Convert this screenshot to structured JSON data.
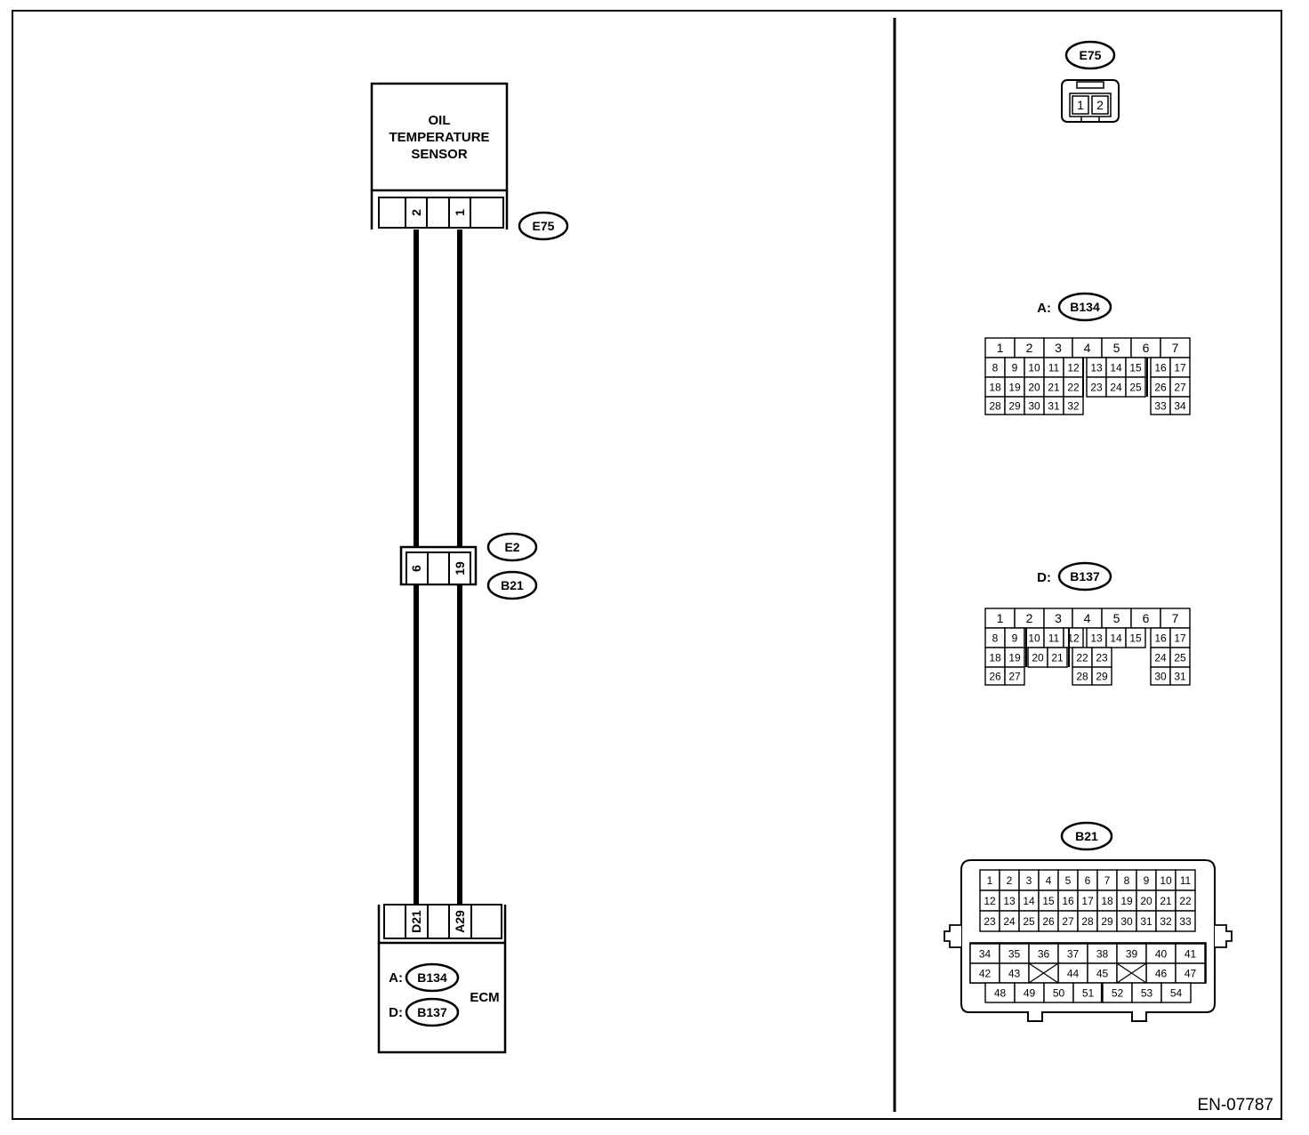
{
  "doc_id": "EN-07787",
  "sensor": {
    "lines": [
      "OIL",
      "TEMPERATURE",
      "SENSOR"
    ],
    "connector": "E75",
    "pins": [
      "2",
      "1"
    ]
  },
  "intermediate": {
    "connector_top": "E2",
    "connector_bottom": "B21",
    "pins": [
      "6",
      "19"
    ]
  },
  "ecm": {
    "label": "ECM",
    "pins": [
      "D21",
      "A29"
    ],
    "connectors": [
      {
        "prefix": "A:",
        "id": "B134"
      },
      {
        "prefix": "D:",
        "id": "B137"
      }
    ]
  },
  "connector_views": {
    "e75": {
      "id": "E75",
      "pins": [
        "1",
        "2"
      ]
    },
    "b134": {
      "prefix": "A:",
      "id": "B134",
      "rows": [
        [
          "1",
          "2",
          "3",
          "4",
          "5",
          "6",
          "7"
        ],
        [
          "8",
          "9",
          "10",
          "11",
          "12",
          "13",
          "14",
          "15",
          "16",
          "17"
        ],
        [
          "18",
          "19",
          "20",
          "21",
          "22",
          "23",
          "24",
          "25",
          "26",
          "27"
        ],
        [
          "28",
          "29",
          "30",
          "31",
          "32",
          "33",
          "34"
        ]
      ]
    },
    "b137": {
      "prefix": "D:",
      "id": "B137",
      "rows": [
        [
          "1",
          "2",
          "3",
          "4",
          "5",
          "6",
          "7"
        ],
        [
          "8",
          "9",
          "10",
          "11",
          "12",
          "13",
          "14",
          "15",
          "16",
          "17"
        ],
        [
          "18",
          "19",
          "20",
          "21",
          "22",
          "23",
          "24",
          "25"
        ],
        [
          "26",
          "27",
          "28",
          "29",
          "30",
          "31"
        ]
      ]
    },
    "b21": {
      "id": "B21",
      "rows": [
        [
          "1",
          "2",
          "3",
          "4",
          "5",
          "6",
          "7",
          "8",
          "9",
          "10",
          "11"
        ],
        [
          "12",
          "13",
          "14",
          "15",
          "16",
          "17",
          "18",
          "19",
          "20",
          "21",
          "22"
        ],
        [
          "23",
          "24",
          "25",
          "26",
          "27",
          "28",
          "29",
          "30",
          "31",
          "32",
          "33"
        ],
        [
          "34",
          "35",
          "36",
          "37",
          "38",
          "39",
          "40",
          "41"
        ],
        [
          "42",
          "43",
          "44",
          "45",
          "46",
          "47"
        ],
        [
          "48",
          "49",
          "50",
          "51",
          "52",
          "53",
          "54"
        ]
      ]
    }
  }
}
